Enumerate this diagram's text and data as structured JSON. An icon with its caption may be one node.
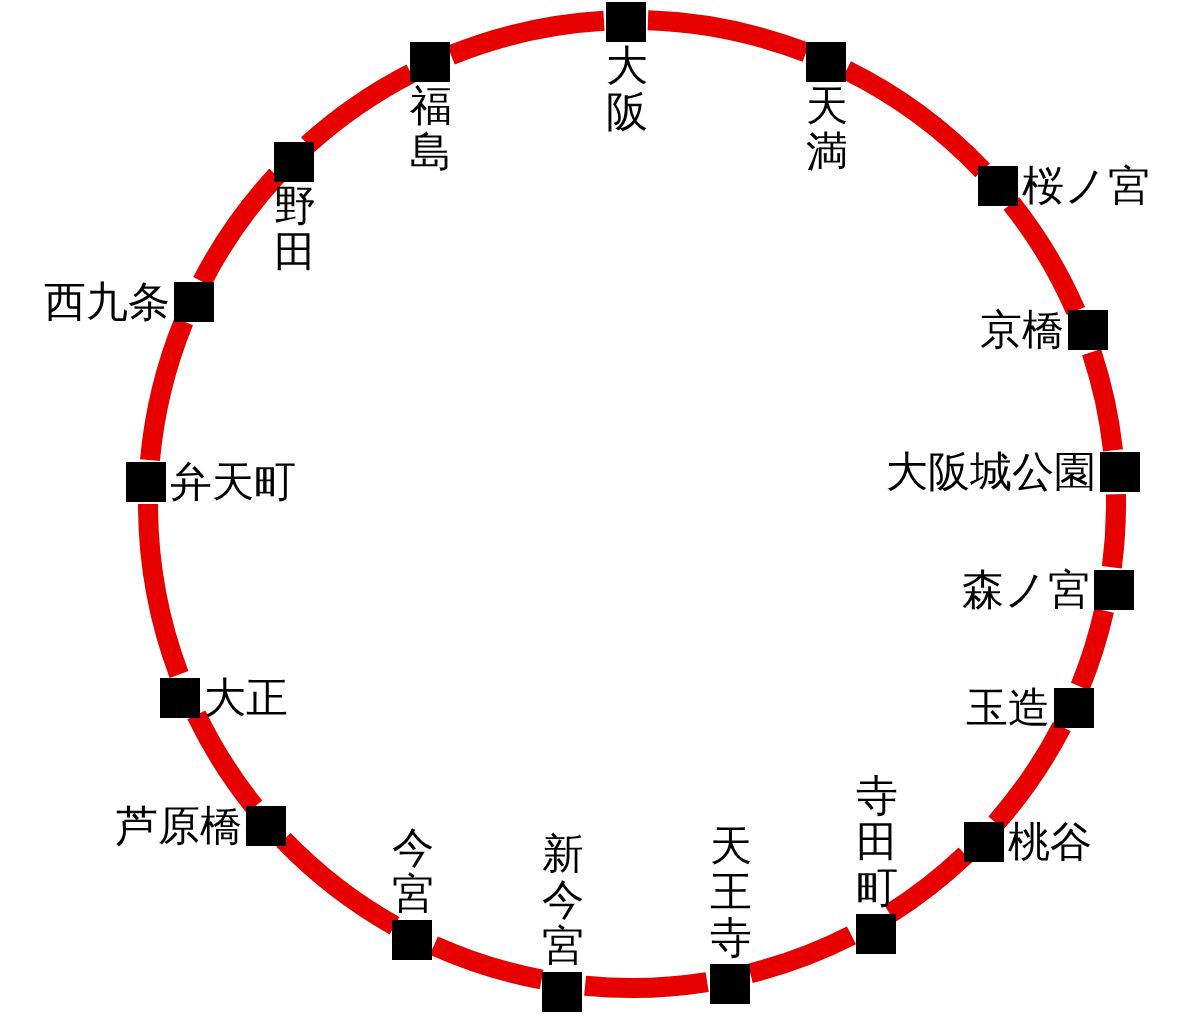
{
  "diagram": {
    "nodes": [
      {
        "text": [],
        "shape": "box",
        "beside": [
          "大阪"
        ]
      },
      {
        "text": [],
        "shape": "box",
        "beside": [
          "天満"
        ]
      },
      {
        "text": [],
        "shape": "box",
        "beside": [
          "桜ノ宮"
        ]
      },
      {
        "text": [],
        "shape": "box",
        "beside": [
          "京橋"
        ]
      },
      {
        "text": [],
        "shape": "box",
        "beside": [
          "大阪城公園"
        ]
      },
      {
        "text": [],
        "shape": "box",
        "beside": [
          "森ノ宮"
        ]
      },
      {
        "text": [],
        "shape": "box",
        "beside": [
          "玉造"
        ]
      },
      {
        "text": [],
        "shape": "box",
        "beside": [
          "桃谷"
        ]
      },
      {
        "text": [],
        "shape": "box",
        "beside": [
          "寺田町"
        ]
      },
      {
        "text": [],
        "shape": "box",
        "beside": [
          "天王寺"
        ]
      },
      {
        "text": [],
        "shape": "box",
        "beside": [
          "新今宮"
        ]
      },
      {
        "text": [],
        "shape": "box",
        "beside": [
          "今宮"
        ]
      },
      {
        "text": [],
        "shape": "box",
        "beside": [
          "芦原橋"
        ]
      },
      {
        "text": [],
        "shape": "box",
        "beside": [
          "大正"
        ]
      },
      {
        "text": [],
        "shape": "box",
        "beside": [
          "弁天町"
        ]
      },
      {
        "text": [],
        "shape": "box",
        "beside": [
          "西九条"
        ]
      },
      {
        "text": [],
        "shape": "box",
        "beside": [
          "野田"
        ]
      },
      {
        "text": [],
        "shape": "box",
        "beside": [
          "福島"
        ]
      }
    ],
    "edges": [
      {
        "from": 0,
        "to": 1,
        "arrow": "none",
        "color": "#e60000"
      },
      {
        "from": 1,
        "to": 2,
        "arrow": "none",
        "color": "#e60000"
      },
      {
        "from": 2,
        "to": 3,
        "arrow": "none",
        "color": "#e60000"
      },
      {
        "from": 3,
        "to": 4,
        "arrow": "none",
        "color": "#e60000"
      },
      {
        "from": 4,
        "to": 5,
        "arrow": "none",
        "color": "#e60000"
      },
      {
        "from": 5,
        "to": 6,
        "arrow": "none",
        "color": "#e60000"
      },
      {
        "from": 6,
        "to": 7,
        "arrow": "none",
        "color": "#e60000"
      },
      {
        "from": 7,
        "to": 8,
        "arrow": "none",
        "color": "#e60000"
      },
      {
        "from": 8,
        "to": 9,
        "arrow": "none",
        "color": "#e60000"
      },
      {
        "from": 9,
        "to": 10,
        "arrow": "none",
        "color": "#e60000"
      },
      {
        "from": 10,
        "to": 11,
        "arrow": "none",
        "color": "#e60000"
      },
      {
        "from": 11,
        "to": 12,
        "arrow": "none",
        "color": "#e60000"
      },
      {
        "from": 12,
        "to": 13,
        "arrow": "none",
        "color": "#e60000"
      },
      {
        "from": 13,
        "to": 14,
        "arrow": "none",
        "color": "#e60000"
      },
      {
        "from": 14,
        "to": 15,
        "arrow": "none",
        "color": "#e60000"
      },
      {
        "from": 15,
        "to": 16,
        "arrow": "none",
        "color": "#e60000"
      },
      {
        "from": 16,
        "to": 17,
        "arrow": "none",
        "color": "#e60000"
      },
      {
        "from": 17,
        "to": 0,
        "arrow": "none",
        "color": "#e60000"
      }
    ]
  }
}
